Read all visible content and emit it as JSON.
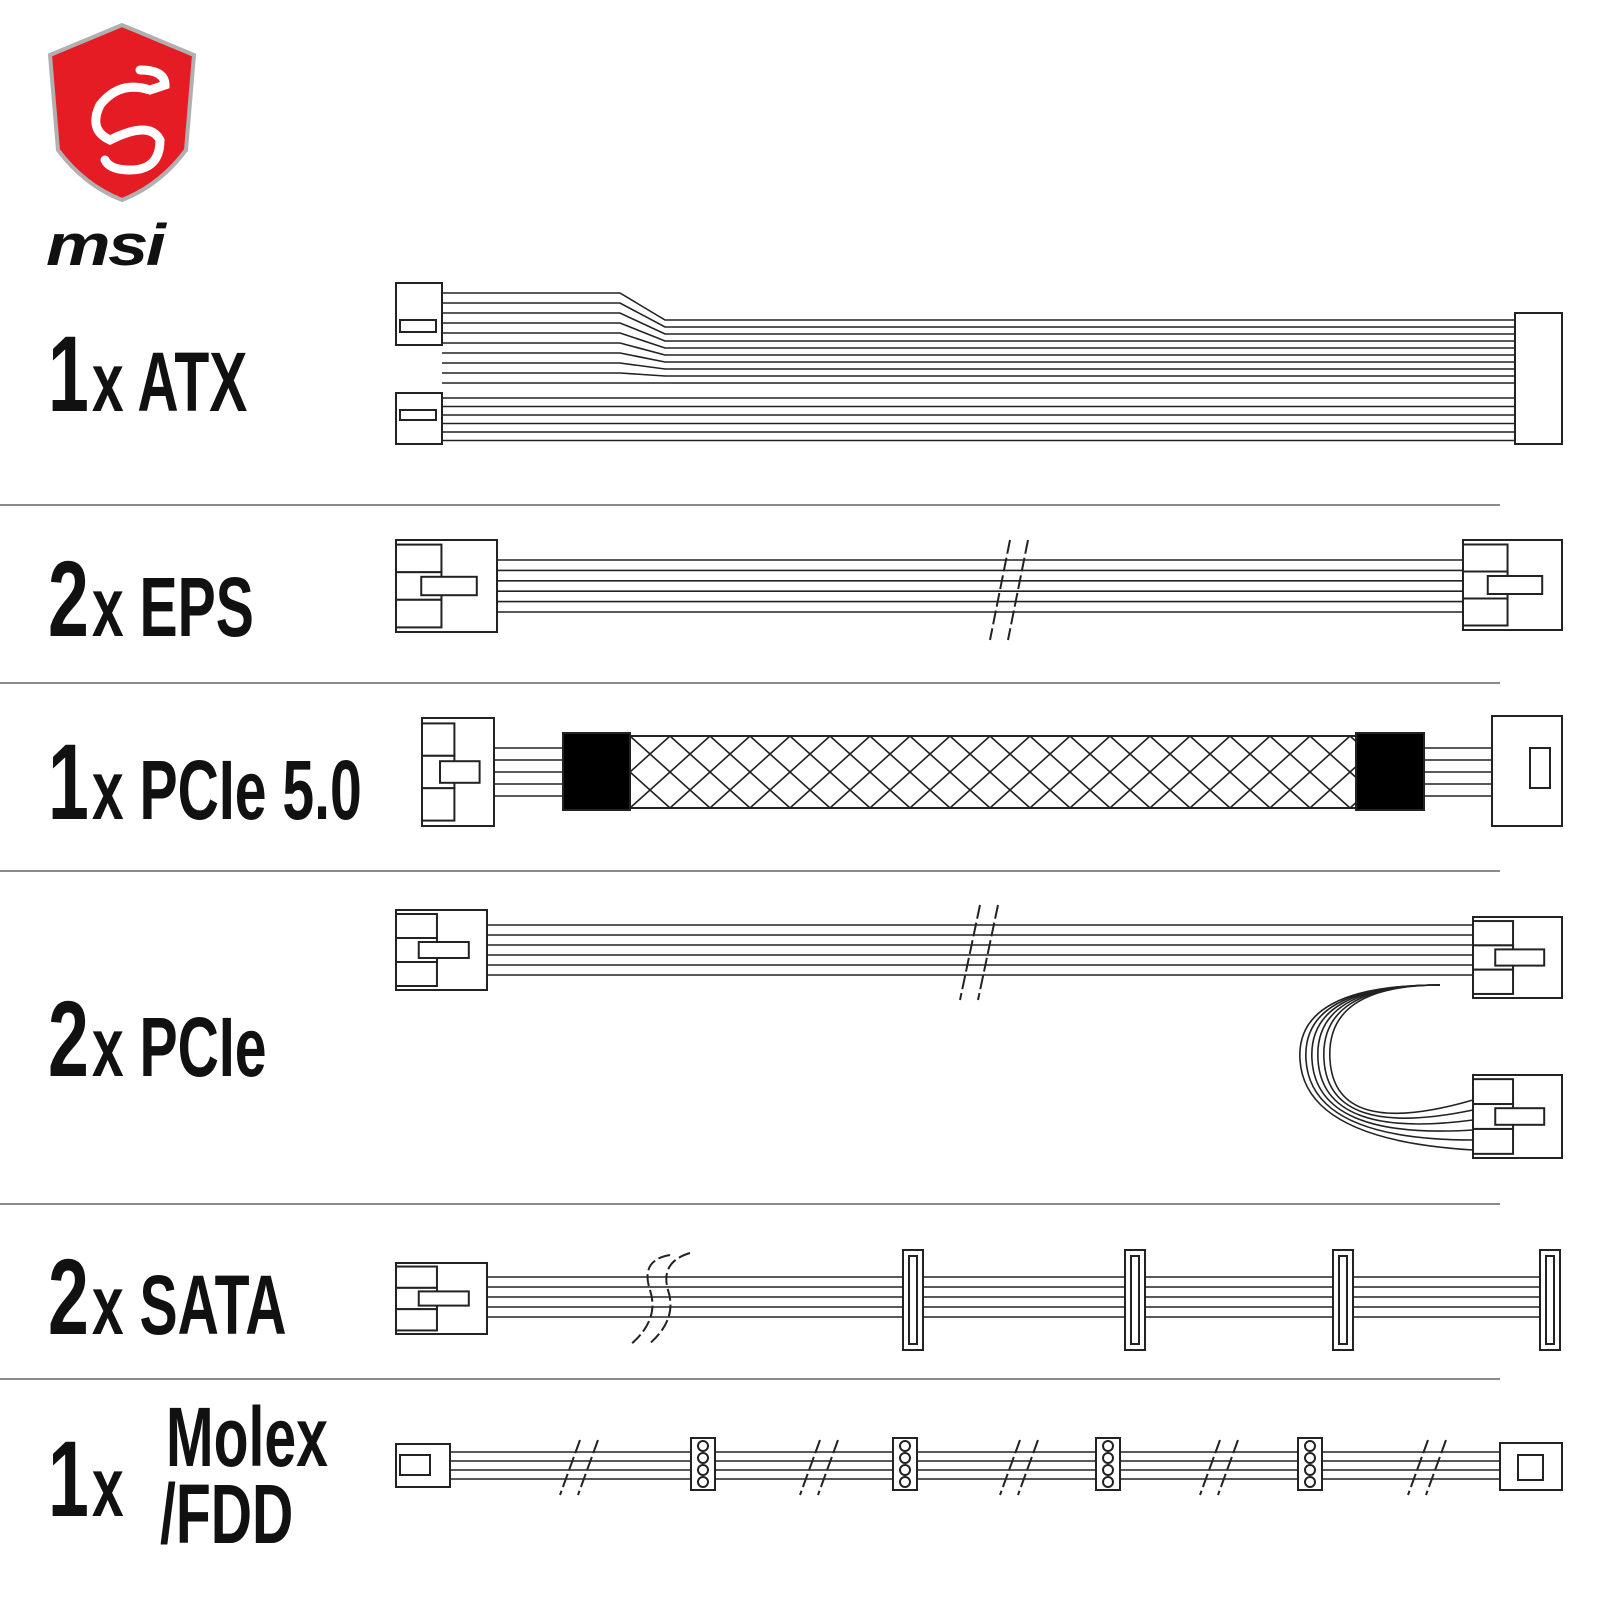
{
  "brand": {
    "logo_text": "msi",
    "shield_color": "#e51c23",
    "shield_border": "#b0b0b0"
  },
  "cables": [
    {
      "count": "1",
      "label": "x ATX"
    },
    {
      "count": "2",
      "label": "x EPS"
    },
    {
      "count": "1",
      "label": "x PCIe 5.0"
    },
    {
      "count": "2",
      "label": "x PCIe"
    },
    {
      "count": "2",
      "label": "x SATA"
    },
    {
      "count": "1",
      "label_x": "x",
      "label_line1": "Molex",
      "label_line2": "/FDD"
    }
  ]
}
